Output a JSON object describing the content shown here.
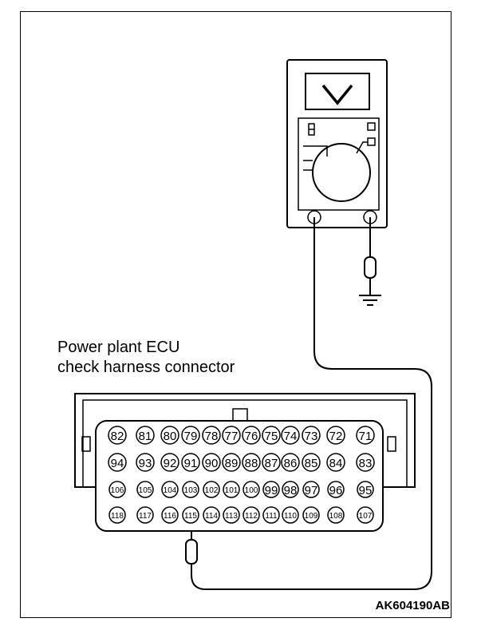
{
  "caption": {
    "line1": "Power plant ECU",
    "line2": "check harness connector"
  },
  "figure_id": "AK604190AB",
  "connector": {
    "rows": [
      [
        "82",
        "81",
        "80",
        "79",
        "78",
        "77",
        "76",
        "75",
        "74",
        "73",
        "72",
        "71"
      ],
      [
        "94",
        "93",
        "92",
        "91",
        "90",
        "89",
        "88",
        "87",
        "86",
        "85",
        "84",
        "83"
      ],
      [
        "106",
        "105",
        "104",
        "103",
        "102",
        "101",
        "100",
        "99",
        "98",
        "97",
        "96",
        "95"
      ],
      [
        "118",
        "117",
        "116",
        "115",
        "114",
        "113",
        "112",
        "111",
        "110",
        "109",
        "108",
        "107"
      ]
    ],
    "probed_pin": "115"
  },
  "meter": {
    "mode_symbol": "V"
  },
  "colors": {
    "line": "#000000",
    "background": "#ffffff"
  }
}
